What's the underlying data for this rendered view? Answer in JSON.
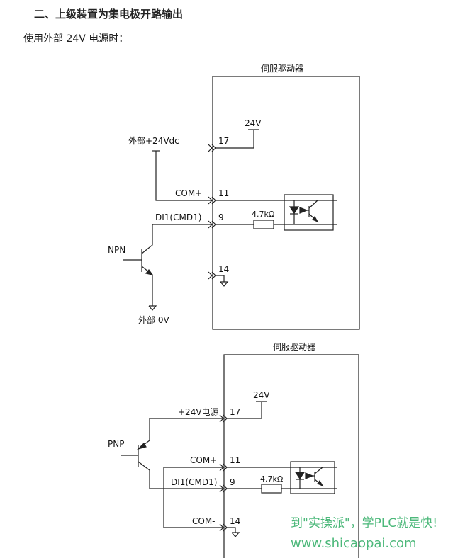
{
  "heading": "二、上级装置为集电极开路输出",
  "subheading": "使用外部 24V 电源时：",
  "diagram1": {
    "title": "伺服驱动器",
    "label_24v": "24V",
    "pin17": "17",
    "pin11": "11",
    "pin9": "9",
    "pin14": "14",
    "ext_24vdc": "外部+24Vdc",
    "com_plus": "COM+",
    "di1": "DI1(CMD1)",
    "resistor": "4.7kΩ",
    "npn": "NPN",
    "ext_0v": "外部 0V"
  },
  "diagram2": {
    "title": "伺服驱动器",
    "label_24v": "24V",
    "pin17": "17",
    "pin11": "11",
    "pin9": "9",
    "pin14": "14",
    "power_24v": "+24V电源",
    "com_plus": "COM+",
    "di1": "DI1(CMD1)",
    "resistor": "4.7kΩ",
    "pnp": "PNP",
    "com_minus": "COM-"
  },
  "watermark": {
    "line1": "到\"实操派\"，学PLC就是快!",
    "line2": "www.shicaopai.com"
  }
}
